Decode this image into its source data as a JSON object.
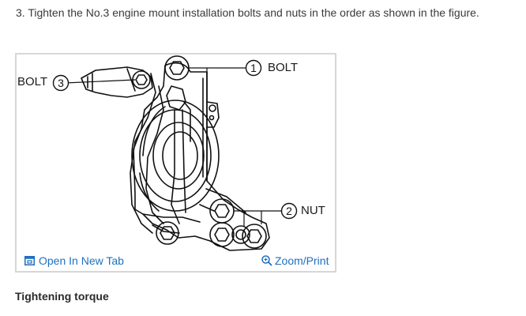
{
  "instruction": {
    "step_text": "3. Tighten the No.3 engine mount installation bolts and nuts in the order as shown in the figure."
  },
  "figure": {
    "callouts": {
      "bolt1": {
        "number": "1",
        "label": "BOLT"
      },
      "nut2": {
        "number": "2",
        "label": "NUT"
      },
      "bolt3": {
        "label": "BOLT",
        "number": "3"
      }
    },
    "links": {
      "open_tab_label": "Open In New Tab",
      "open_tab_icon": "open-in-new-tab-icon",
      "zoom_label": "Zoom/Print",
      "zoom_icon": "zoom-icon"
    },
    "link_color": "#1f6fbf",
    "border_color": "#d7d7d7"
  },
  "section": {
    "heading": "Tightening torque"
  }
}
